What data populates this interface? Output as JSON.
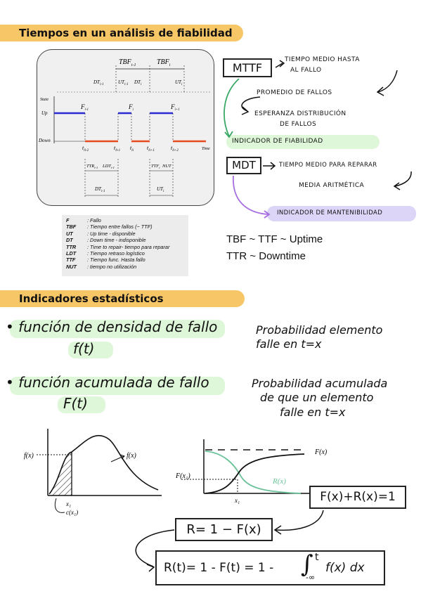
{
  "section1": {
    "title": "Tiempos en un análisis de fiabilidad"
  },
  "section2": {
    "title": "Indicadores estadísticos"
  },
  "diagram": {
    "top_labels": [
      "TBF",
      "i-1",
      "TBF",
      "i"
    ],
    "dt_ut": [
      "DT",
      "i-1",
      "UT",
      "i-1",
      "DT",
      "i",
      "UT",
      "i"
    ],
    "axis": {
      "state": "State",
      "up": "Up",
      "down": "Down",
      "time": "Time"
    },
    "failures": [
      "F",
      "i-1",
      "F",
      "i",
      "F",
      "i+1"
    ],
    "ticks": [
      "t",
      "li-2",
      "t",
      "li-1",
      "t",
      "li",
      "t",
      "li+1",
      "t",
      "li+2"
    ],
    "bottom_row1": [
      "TTR",
      "i-1",
      "LDT",
      "i-1",
      "TTF",
      "i",
      "NUT"
    ],
    "bottom_row2": [
      "DT",
      "i-1",
      "UT",
      "i"
    ]
  },
  "legend": [
    {
      "k": "F",
      "v": ": Fallo"
    },
    {
      "k": "TBF",
      "v": ": Tiempo entre fallos (~ TTF)"
    },
    {
      "k": "UT",
      "v": ": Up time - disponible"
    },
    {
      "k": "DT",
      "v": ": Down time - indisponible"
    },
    {
      "k": "TTR",
      "v": ": Time to repair- tiempo para reparar"
    },
    {
      "k": "LDT",
      "v": ": Tiempo retraso logístico"
    },
    {
      "k": "TTF",
      "v": ": Tiempo func. Hasta fallo"
    },
    {
      "k": "NUT",
      "v": ": tiempo no utilización"
    }
  ],
  "notes": {
    "mttf": "MTTF",
    "mttf_desc1": "TIEMPO MEDIO HASTA",
    "mttf_desc2": "AL FALLO",
    "promedio": "PROMEDIO DE FALLOS",
    "esperanza1": "ESPERANZA DISTRIBUCIÓN",
    "esperanza2": "DE FALLOS",
    "ind_fiab": "INDICADOR DE FIABILIDAD",
    "mdt": "MDT",
    "mdt_desc": "TIEMPO MEDIO PARA REPARAR",
    "media": "MEDIA ARITMÉTICA",
    "ind_mant": "INDICADOR DE MANTENIBILIDAD",
    "tbf_line": "TBF ~ TTF ~ Uptime",
    "ttr_line": "TTR ~ Downtime"
  },
  "stats": {
    "f1_name": "función de densidad de fallo",
    "f1_sym": "f(t)",
    "f1_desc1": "Probabilidad elemento",
    "f1_desc2": "falle en t=x",
    "f2_name": "función acumulada de fallo",
    "f2_sym": "F(t)",
    "f2_desc1": "Probabilidad acumulada",
    "f2_desc2": "de que un elemento",
    "f2_desc3": "falle en t=x"
  },
  "graphs": {
    "left_y": "f(x)",
    "left_curve": "f(x)",
    "left_x": "x₁",
    "left_area": "c(x₁)",
    "right_F": "F(x)",
    "right_Fx1": "F(x₁)",
    "right_R": "R(x)",
    "right_x": "x₁"
  },
  "formulas": {
    "sum": "F(x)+R(x)=1",
    "r": "R= 1 − F(x)",
    "integral_left": "R(t)= 1 - F(t) = 1 -",
    "integral_right": "f(x) dx",
    "integral_upper": "t",
    "integral_lower": "-∞"
  },
  "colors": {
    "highlight_orange": "#f7c767",
    "green_hl": "#dff7d9",
    "purple_hl": "#dcd5f7",
    "up_line": "#2b2bd6",
    "down_line": "#e8491d",
    "green_curve": "#6cc39a",
    "green_arrow": "#3aa866",
    "purple_arrow": "#a66ee0"
  }
}
